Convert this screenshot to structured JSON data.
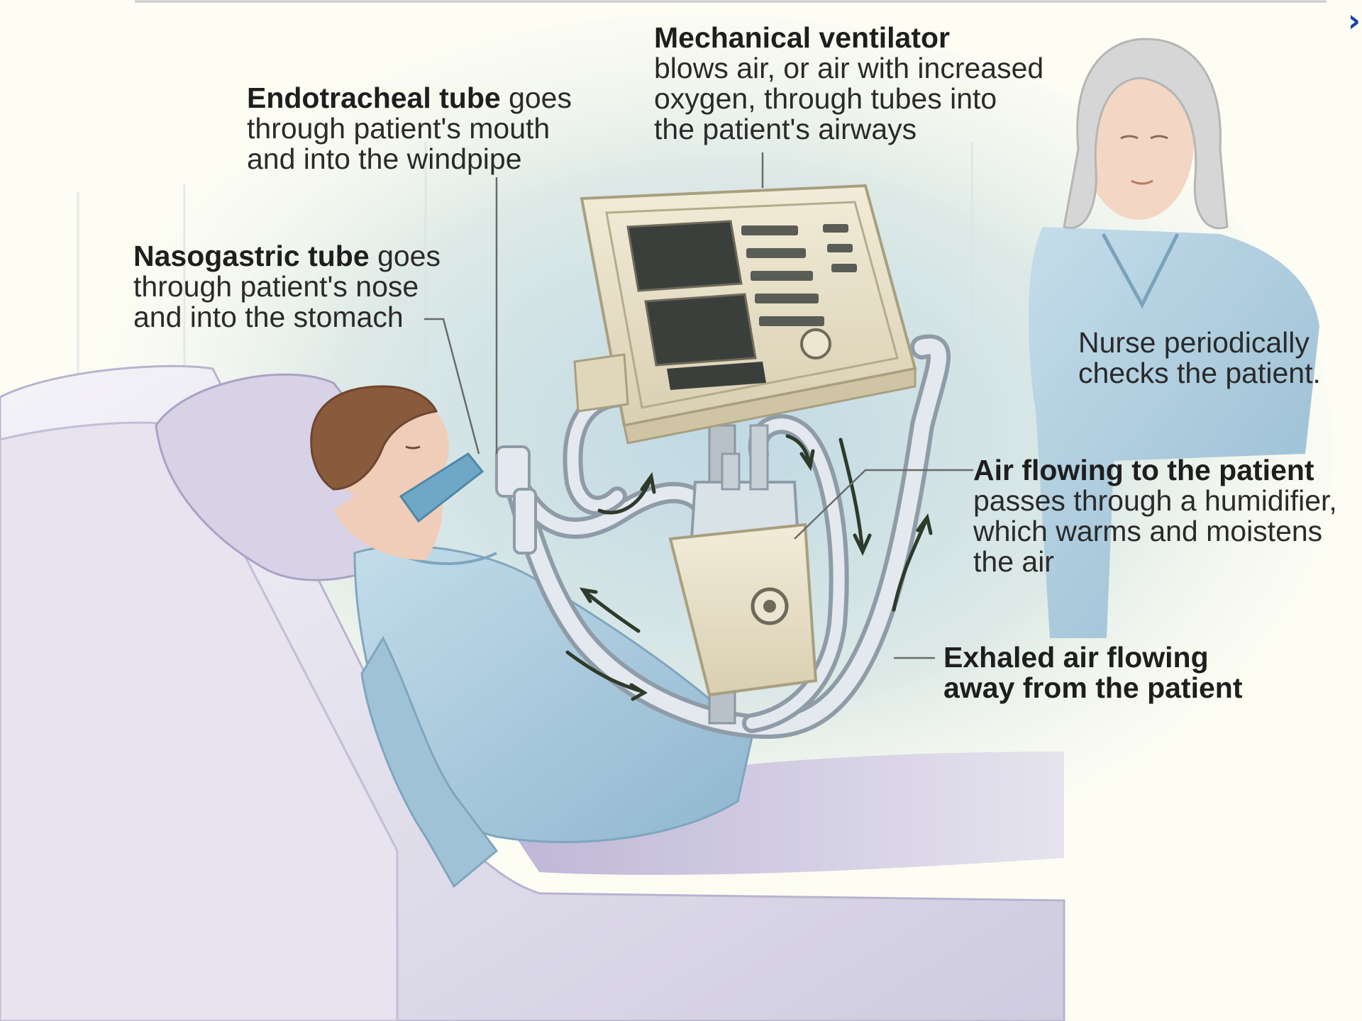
{
  "labels": {
    "endotracheal": {
      "title": "Endotracheal tube",
      "line1": "goes",
      "line2": "through patient's mouth",
      "line3": "and into the windpipe"
    },
    "nasogastric": {
      "title": "Nasogastric tube",
      "line1": "goes",
      "line2": "through patient's nose",
      "line3": "and into the stomach"
    },
    "ventilator": {
      "title": "Mechanical ventilator",
      "line1": "blows air, or air with increased",
      "line2": "oxygen, through tubes into",
      "line3": "the patient's airways"
    },
    "nurse": {
      "line1": "Nurse periodically",
      "line2": "checks the patient."
    },
    "air_to_patient": {
      "title": "Air flowing to the patient",
      "line1": "passes through a humidifier,",
      "line2": "which warms and moistens",
      "line3": "the air"
    },
    "exhaled": {
      "line1": "Exhaled air flowing",
      "line2": "away from the patient"
    }
  },
  "icons": {
    "next": "chevron-right-icon"
  },
  "colors": {
    "background": "#fdfdf3",
    "gown": "#a9cbdd",
    "bed": "#dcd8ea",
    "ventilator": "#e9e1c9",
    "hair_patient": "#8a5a3c",
    "hair_nurse": "#d3d3d3",
    "chevron": "#1a3fb8"
  }
}
